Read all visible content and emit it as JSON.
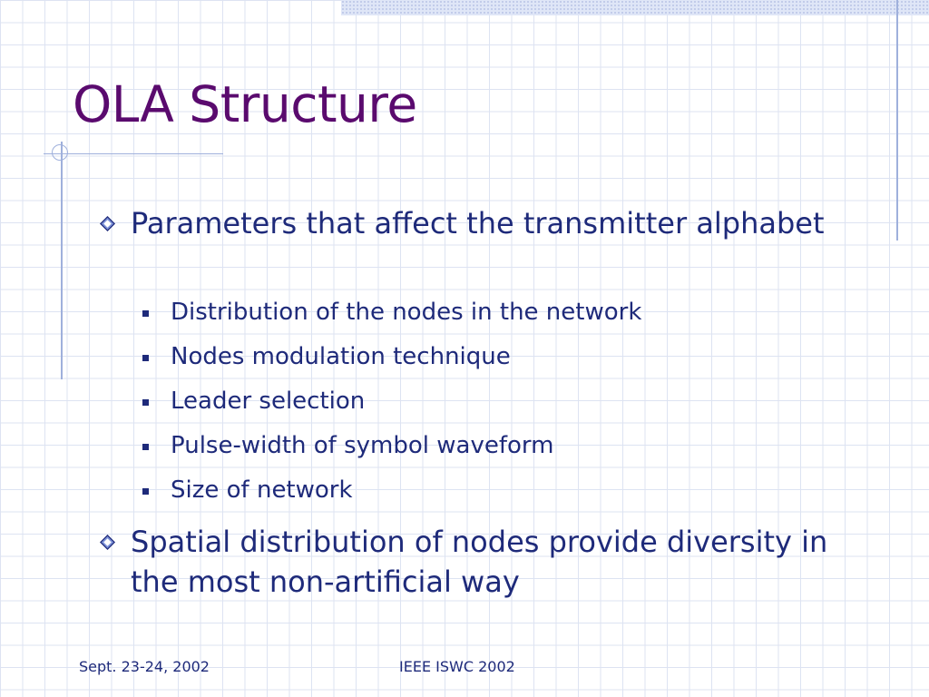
{
  "slide": {
    "title": "OLA Structure",
    "bullets": [
      {
        "text": "Parameters that affect the transmitter alphabet",
        "subbullets": [
          "Distribution of the nodes in the network",
          "Nodes modulation technique",
          "Leader selection",
          "Pulse-width of symbol waveform",
          "Size of network"
        ]
      },
      {
        "text": "Spatial distribution of nodes provide diversity in the most non-artificial way"
      }
    ]
  },
  "footer": {
    "date": "Sept. 23-24, 2002",
    "event": "IEEE ISWC 2002"
  },
  "colors": {
    "title": "#5a0a6e",
    "body_text": "#1e2a7a",
    "grid": "#dde3f2",
    "accent_lines": "#9fb0dc"
  },
  "icons": {
    "level1_bullet": "diamond-bullet-icon",
    "level2_bullet": "square-bullet-icon"
  }
}
